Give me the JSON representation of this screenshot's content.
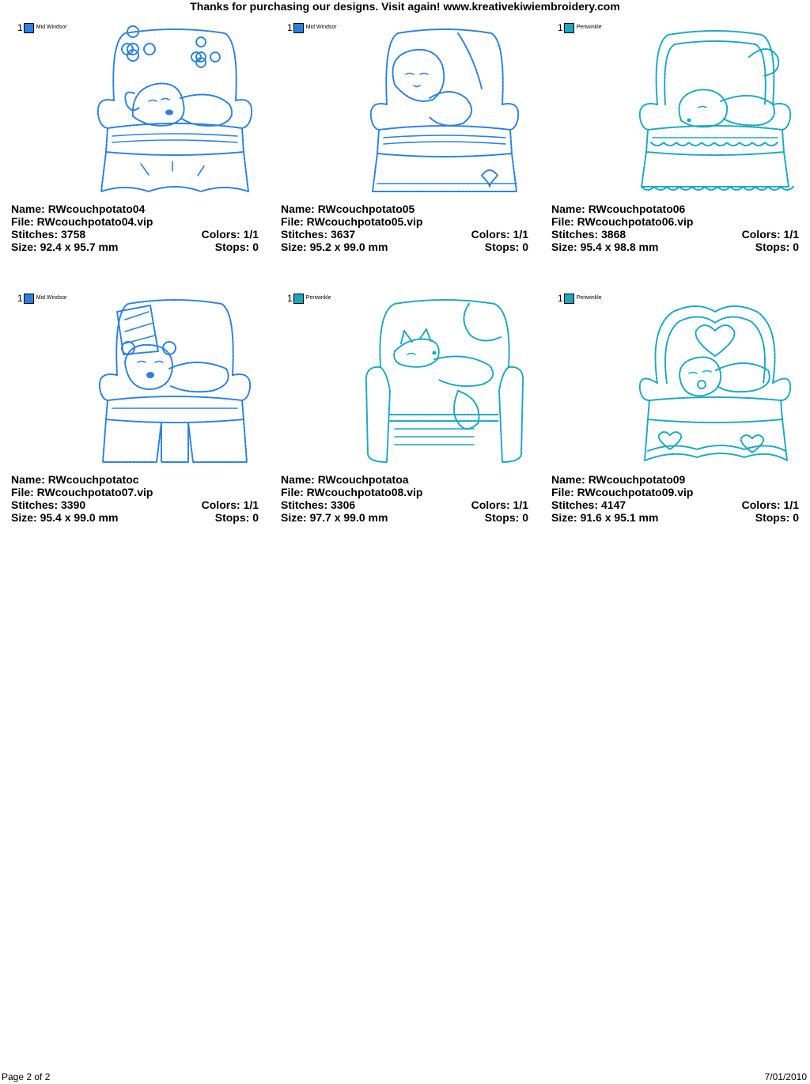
{
  "header": {
    "text": "Thanks for purchasing our designs.  Visit again! www.kreativekiwiembroidery.com"
  },
  "labels": {
    "name": "Name: ",
    "file": "File: ",
    "stitches": "Stitches: ",
    "colors": "Colors: ",
    "size": "Size: ",
    "stops": "Stops: "
  },
  "colors": {
    "mid_windsor": "#2a80e0",
    "periwinkle": "#18a8c4"
  },
  "designs": [
    {
      "swatch_num": "1",
      "swatch_name": "Mid Windsor",
      "swatch_color": "#2a80e0",
      "name": "RWcouchpotato04",
      "file": "RWcouchpotato04.vip",
      "stitches": "3758",
      "colors": "1/1",
      "size": "92.4 x 95.7 mm",
      "stops": "0",
      "art_icon": "puppy-on-chair-icon"
    },
    {
      "swatch_num": "1",
      "swatch_name": "Mid Windsor",
      "swatch_color": "#2a80e0",
      "name": "RWcouchpotato05",
      "file": "RWcouchpotato05.vip",
      "stitches": "3637",
      "colors": "1/1",
      "size": "95.2 x 99.0 mm",
      "stops": "0",
      "art_icon": "lamb-on-chair-icon"
    },
    {
      "swatch_num": "1",
      "swatch_name": "Periwinkle",
      "swatch_color": "#18a8c4",
      "name": "RWcouchpotato06",
      "file": "RWcouchpotato06.vip",
      "stitches": "3868",
      "colors": "1/1",
      "size": "95.4 x 98.8 mm",
      "stops": "0",
      "art_icon": "mouse-on-chair-icon"
    },
    {
      "swatch_num": "1",
      "swatch_name": "Mid Windsor",
      "swatch_color": "#2a80e0",
      "name": "RWcouchpotatoc",
      "file": "RWcouchpotato07.vip",
      "stitches": "3390",
      "colors": "1/1",
      "size": "95.4 x 99.0 mm",
      "stops": "0",
      "art_icon": "bear-on-chair-icon"
    },
    {
      "swatch_num": "1",
      "swatch_name": "Periwinkle",
      "swatch_color": "#18a8c4",
      "name": "RWcouchpotatoa",
      "file": "RWcouchpotato08.vip",
      "stitches": "3306",
      "colors": "1/1",
      "size": "97.7 x 99.0 mm",
      "stops": "0",
      "art_icon": "fox-on-armchair-icon"
    },
    {
      "swatch_num": "1",
      "swatch_name": "Periwinkle",
      "swatch_color": "#18a8c4",
      "name": "RWcouchpotato09",
      "file": "RWcouchpotato09.vip",
      "stitches": "4147",
      "colors": "1/1",
      "size": "91.6 x 95.1 mm",
      "stops": "0",
      "art_icon": "baby-on-heart-chair-icon"
    }
  ],
  "footer": {
    "page": "Page 2 of 2",
    "date": "7/01/2010"
  }
}
